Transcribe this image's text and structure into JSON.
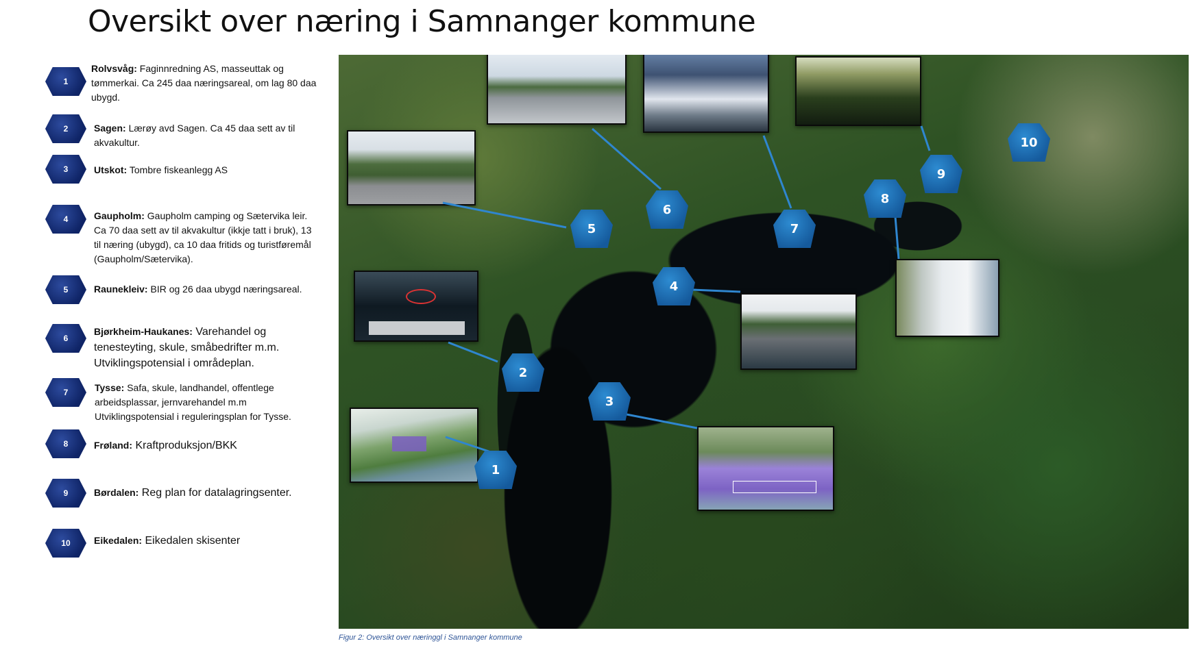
{
  "title": "Oversikt over næring i Samnanger kommune",
  "caption": "Figur 2: Oversikt over næringgl i Samnanger kommune",
  "legend": [
    {
      "num": "1",
      "name": "Rolvsvåg:",
      "text": " Faginnredning AS, masseuttak og tømmerkai. Ca 245 daa  næringsareal, om lag 80 daa ubygd."
    },
    {
      "num": "2",
      "name": "Sagen:",
      "text": " Lærøy avd Sagen. Ca 45 daa sett av til akvakultur."
    },
    {
      "num": "3",
      "name": "Utskot:",
      "text": " Tombre fiskeanlegg AS"
    },
    {
      "num": "4",
      "name": "Gaupholm:",
      "text": " Gaupholm camping og Sætervika leir. Ca 70 daa sett av til akvakultur (ikkje tatt i bruk),  13 til næring (ubygd), ca 10 daa fritids og turistføremål (Gaupholm/Sætervika)."
    },
    {
      "num": "5",
      "name": "Raunekleiv:",
      "text": "  BIR og 26 daa ubygd næringsareal."
    },
    {
      "num": "6",
      "name": "Bjørkheim-Haukanes:",
      "text": " Varehandel og tenesteyting, skule, småbedrifter m.m. Utviklingspotensial i områdeplan."
    },
    {
      "num": "7",
      "name": "Tysse:",
      "text": "  Safa, skule, landhandel, offentlege arbeidsplassar, jernvarehandel m.m Utviklingspotensial i reguleringsplan for Tysse."
    },
    {
      "num": "8",
      "name": "Frøland:",
      "text": " Kraftproduksjon/BKK"
    },
    {
      "num": "9",
      "name": "Børdalen:",
      "text": " Reg plan for datalagringsenter."
    },
    {
      "num": "10",
      "name": "Eikedalen:",
      "text": " Eikedalen skisenter"
    }
  ],
  "markers": [
    "1",
    "2",
    "3",
    "4",
    "5",
    "6",
    "7",
    "8",
    "9",
    "10"
  ]
}
